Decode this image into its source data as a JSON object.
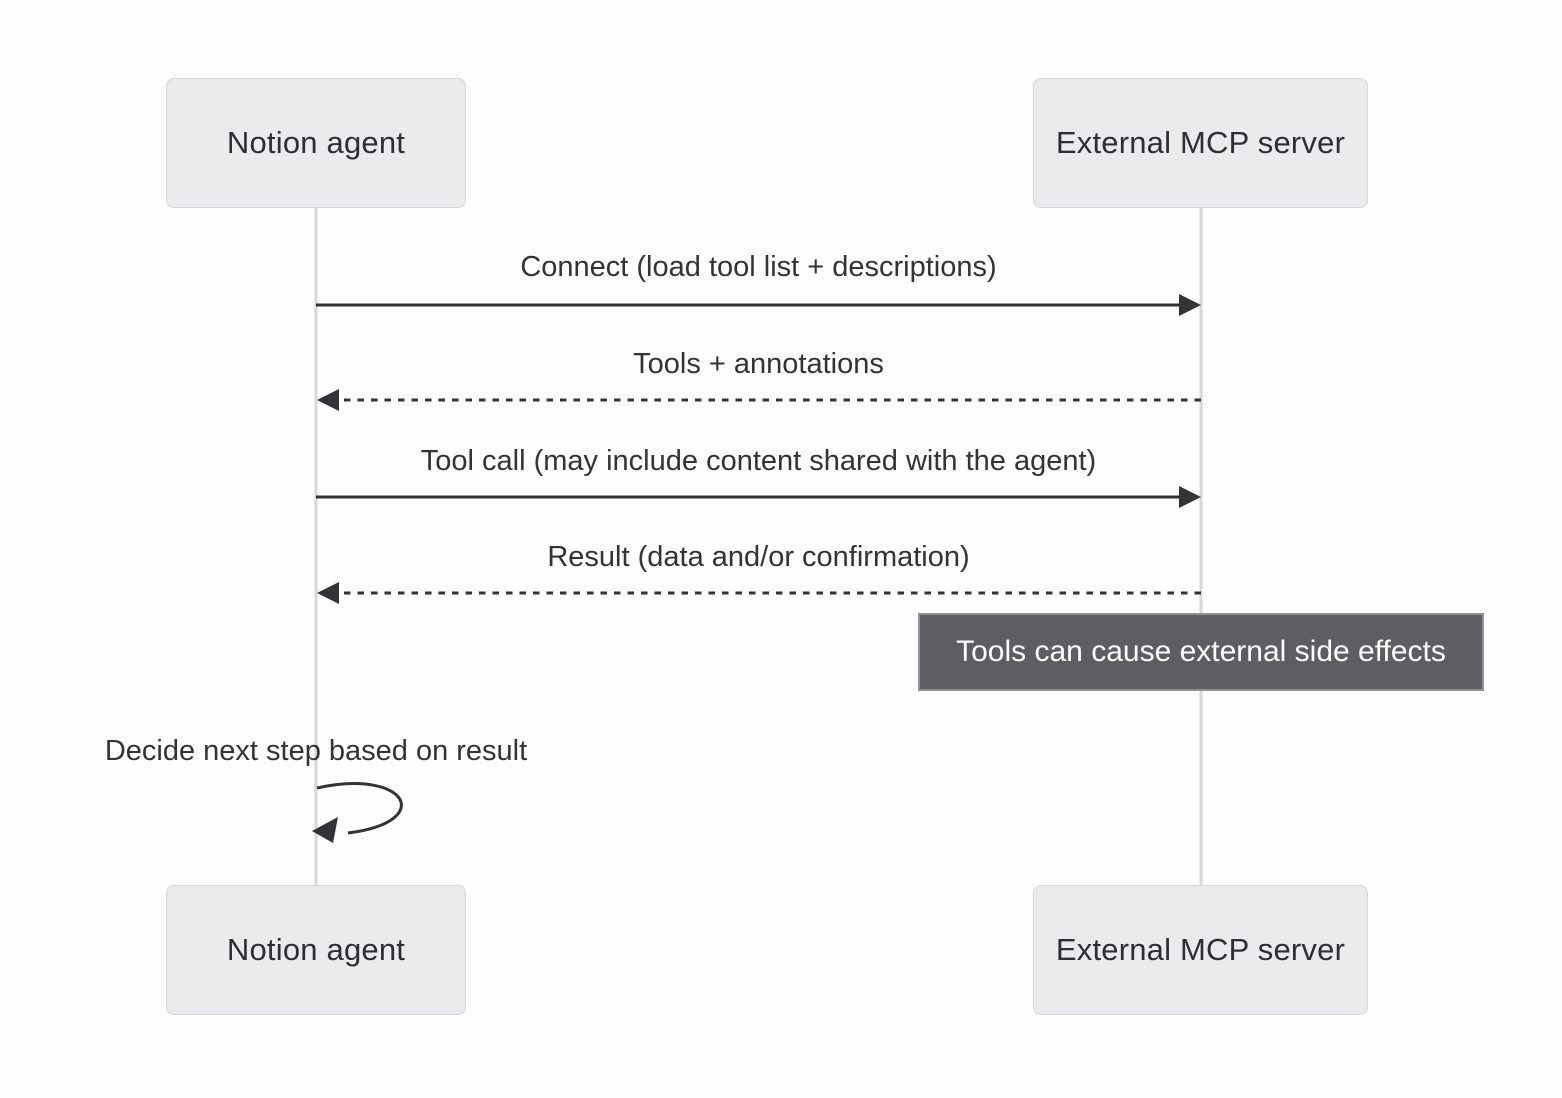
{
  "diagram": {
    "type": "sequence-diagram",
    "actors": [
      {
        "id": "notion-agent",
        "label": "Notion agent"
      },
      {
        "id": "external-mcp-server",
        "label": "External MCP server"
      }
    ],
    "messages": [
      {
        "from": "notion-agent",
        "to": "external-mcp-server",
        "style": "solid-arrow",
        "label": "Connect (load tool list + descriptions)"
      },
      {
        "from": "external-mcp-server",
        "to": "notion-agent",
        "style": "dashed-arrow",
        "label": "Tools + annotations"
      },
      {
        "from": "notion-agent",
        "to": "external-mcp-server",
        "style": "solid-arrow",
        "label": "Tool call (may include content shared with the agent)"
      },
      {
        "from": "external-mcp-server",
        "to": "notion-agent",
        "style": "dashed-arrow",
        "label": "Result (data and/or confirmation)"
      },
      {
        "from": "notion-agent",
        "to": "notion-agent",
        "style": "self-loop",
        "label": "Decide next step based on result"
      }
    ],
    "note": {
      "over": "external-mcp-server",
      "label": "Tools can cause external side effects"
    },
    "colors": {
      "background": "#fdfdfd",
      "actor_fill": "#ebebee",
      "actor_border": "#d6d6dc",
      "lifeline": "#d8d8dc",
      "arrow": "#333336",
      "text": "#333336",
      "note_fill": "#5e5e62",
      "note_border": "#929296",
      "note_text": "#ffffff"
    }
  }
}
